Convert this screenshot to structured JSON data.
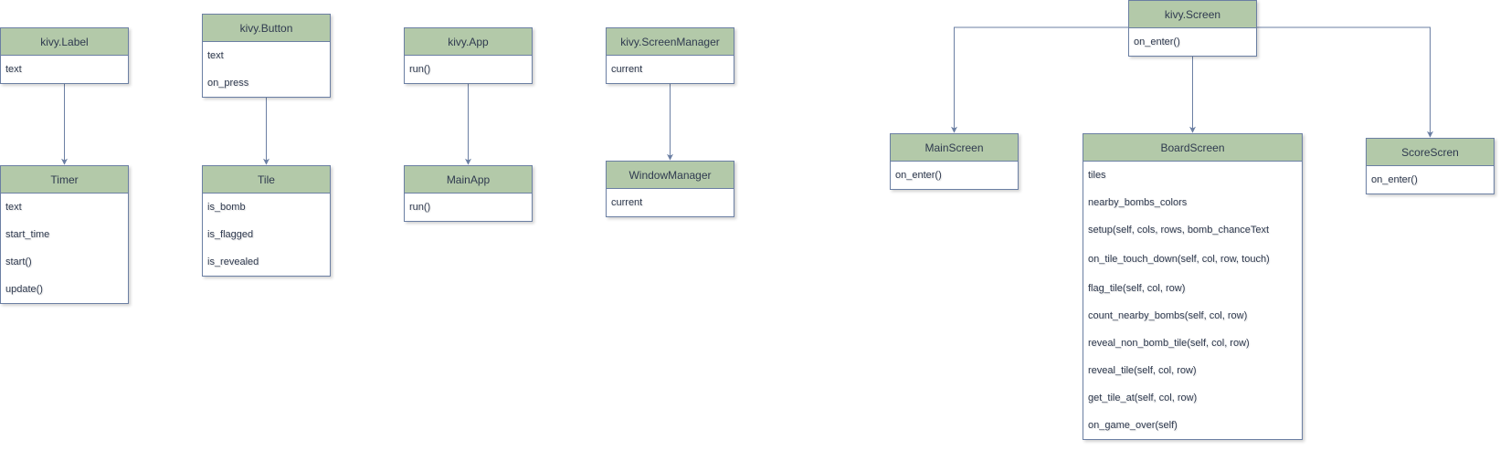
{
  "colors": {
    "header_fill": "#b3c9a9",
    "border": "#6b7fa3",
    "text": "#2f3a4f"
  },
  "classes": [
    {
      "id": "kivy_label",
      "name": "kivy.Label",
      "members": [
        "text"
      ]
    },
    {
      "id": "kivy_button",
      "name": "kivy.Button",
      "members": [
        "text",
        "on_press"
      ]
    },
    {
      "id": "kivy_app",
      "name": "kivy.App",
      "members": [
        "run()"
      ]
    },
    {
      "id": "kivy_screenmanager",
      "name": "kivy.ScreenManager",
      "members": [
        "current"
      ]
    },
    {
      "id": "kivy_screen",
      "name": "kivy.Screen",
      "members": [
        "on_enter()"
      ]
    },
    {
      "id": "timer",
      "name": "Timer",
      "members": [
        "text",
        "start_time",
        "start()",
        "update()"
      ]
    },
    {
      "id": "tile",
      "name": "Tile",
      "members": [
        "is_bomb",
        "is_flagged",
        "is_revealed"
      ]
    },
    {
      "id": "mainapp",
      "name": "MainApp",
      "members": [
        "run()"
      ]
    },
    {
      "id": "windowmanager",
      "name": "WindowManager",
      "members": [
        "current"
      ]
    },
    {
      "id": "mainscreen",
      "name": "MainScreen",
      "members": [
        "on_enter()"
      ]
    },
    {
      "id": "boardscreen",
      "name": "BoardScreen",
      "members": [
        "tiles",
        "nearby_bombs_colors",
        "setup(self, cols, rows, bomb_chanceText",
        "on_tile_touch_down(self, col, row, touch)",
        "flag_tile(self, col, row)",
        "count_nearby_bombs(self, col, row)",
        "reveal_non_bomb_tile(self, col, row)",
        "reveal_tile(self, col, row)",
        "get_tile_at(self, col, row)",
        "on_game_over(self)"
      ]
    },
    {
      "id": "scorescren",
      "name": "ScoreScren",
      "members": [
        "on_enter()"
      ]
    }
  ],
  "edges": [
    {
      "from": "timer",
      "to": "kivy_label"
    },
    {
      "from": "tile",
      "to": "kivy_button"
    },
    {
      "from": "mainapp",
      "to": "kivy_app"
    },
    {
      "from": "windowmanager",
      "to": "kivy_screenmanager"
    },
    {
      "from": "mainscreen",
      "to": "kivy_screen"
    },
    {
      "from": "boardscreen",
      "to": "kivy_screen"
    },
    {
      "from": "scorescren",
      "to": "kivy_screen"
    }
  ]
}
